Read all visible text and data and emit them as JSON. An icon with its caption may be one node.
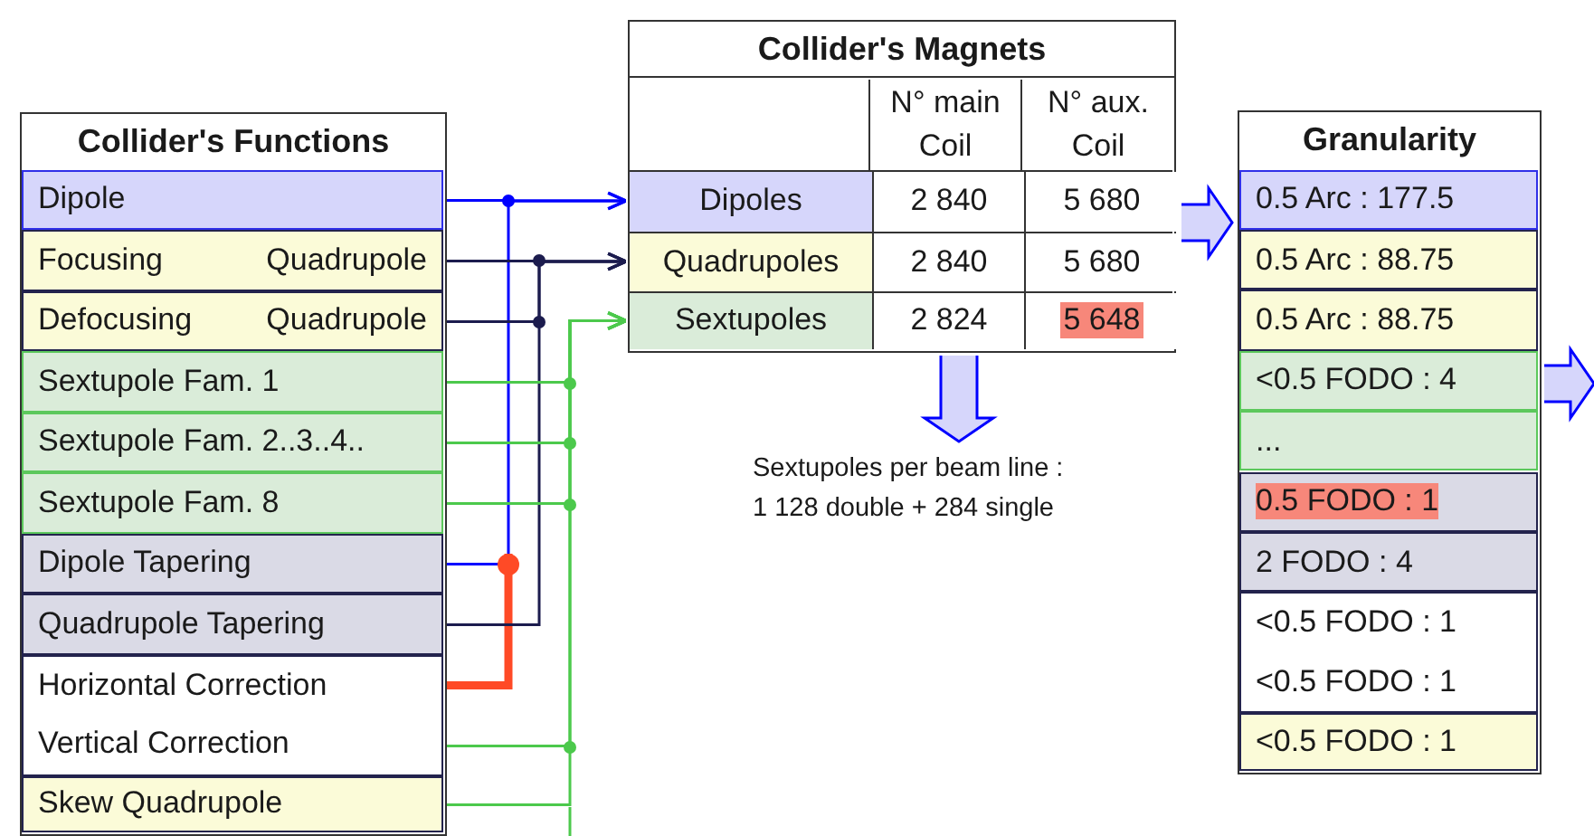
{
  "diagram": {
    "nodes": [
      {
        "text": [
          "Collider's Functions"
        ]
      },
      {
        "text": [
          "Dipole"
        ],
        "in": 0
      },
      {
        "text": [
          "Focusing Quadrupole"
        ],
        "in": 0
      },
      {
        "text": [
          "Defocusing Quadrupole"
        ],
        "in": 0
      },
      {
        "text": [
          "Sextupole Fam. 1"
        ],
        "in": 0
      },
      {
        "text": [
          "Sextupole Fam. 2..3..4.."
        ],
        "in": 0
      },
      {
        "text": [
          "Sextupole Fam. 8"
        ],
        "in": 0
      },
      {
        "text": [
          "Dipole Tapering"
        ],
        "in": 0
      },
      {
        "text": [
          "Quadrupole Tapering"
        ],
        "in": 0
      },
      {
        "text": [
          "Horizontal Correction"
        ],
        "in": 0
      },
      {
        "text": [
          "Vertical Correction"
        ],
        "in": 0
      },
      {
        "text": [
          "Skew Quadrupole"
        ],
        "in": 0
      },
      {
        "text": [
          "Collider's Magnets",
          "N° main Coil",
          "N° aux. Coil"
        ]
      },
      {
        "text": [
          "Dipoles",
          "2 840",
          "5 680"
        ],
        "in": 12
      },
      {
        "text": [
          "Quadrupoles",
          "2 840",
          "5 680"
        ],
        "in": 12
      },
      {
        "text": [
          "Sextupoles",
          "2 824",
          "5 648"
        ],
        "in": 12
      },
      {
        "text": [
          "Sextupoles per beam line : 1 128 double + 284 single"
        ]
      },
      {
        "text": [
          "Granularity"
        ]
      },
      {
        "text": [
          "0.5 Arc : 177.5"
        ],
        "in": 17
      },
      {
        "text": [
          "0.5 Arc : 88.75"
        ],
        "in": 17
      },
      {
        "text": [
          "0.5 Arc : 88.75"
        ],
        "in": 17
      },
      {
        "text": [
          "<0.5 FODO : 4"
        ],
        "in": 17
      },
      {
        "text": [
          "..."
        ],
        "in": 17
      },
      {
        "text": [
          "0.5 FODO : 1"
        ],
        "in": 17
      },
      {
        "text": [
          "2 FODO : 4"
        ],
        "in": 17
      },
      {
        "text": [
          "<0.5 FODO : 1"
        ],
        "in": 17
      },
      {
        "text": [
          "<0.5 FODO : 1"
        ],
        "in": 17
      },
      {
        "text": [
          "<0.5 FODO : 1"
        ],
        "in": 17
      }
    ],
    "edges": [
      {
        "from": 1,
        "to": 13,
        "arrow": "to",
        "color": "#0000ff"
      },
      {
        "from": 7,
        "to": 13,
        "arrow": "to",
        "color": "#0000ff"
      },
      {
        "from": 9,
        "to": 13,
        "arrow": "to",
        "style": "thick",
        "color": "#ff4a26"
      },
      {
        "from": 2,
        "to": 14,
        "arrow": "to",
        "color": "#1c1c4e"
      },
      {
        "from": 3,
        "to": 14,
        "arrow": "to",
        "color": "#1c1c4e"
      },
      {
        "from": 8,
        "to": 14,
        "arrow": "to",
        "color": "#1c1c4e"
      },
      {
        "from": 4,
        "to": 15,
        "arrow": "to",
        "color": "#4cc94c"
      },
      {
        "from": 5,
        "to": 15,
        "arrow": "to",
        "color": "#4cc94c"
      },
      {
        "from": 6,
        "to": 15,
        "arrow": "to",
        "color": "#4cc94c"
      },
      {
        "from": 10,
        "to": 15,
        "arrow": "to",
        "color": "#4cc94c"
      },
      {
        "from": 11,
        "to": 15,
        "arrow": "to",
        "color": "#4cc94c"
      },
      {
        "from": 12,
        "to": 17,
        "arrow": "to",
        "color": "#0000ff"
      },
      {
        "from": 12,
        "to": 16,
        "arrow": "to",
        "color": "#0000ff"
      },
      {
        "from": 21,
        "to": null,
        "arrow": "to",
        "color": "#0000ff"
      }
    ]
  }
}
